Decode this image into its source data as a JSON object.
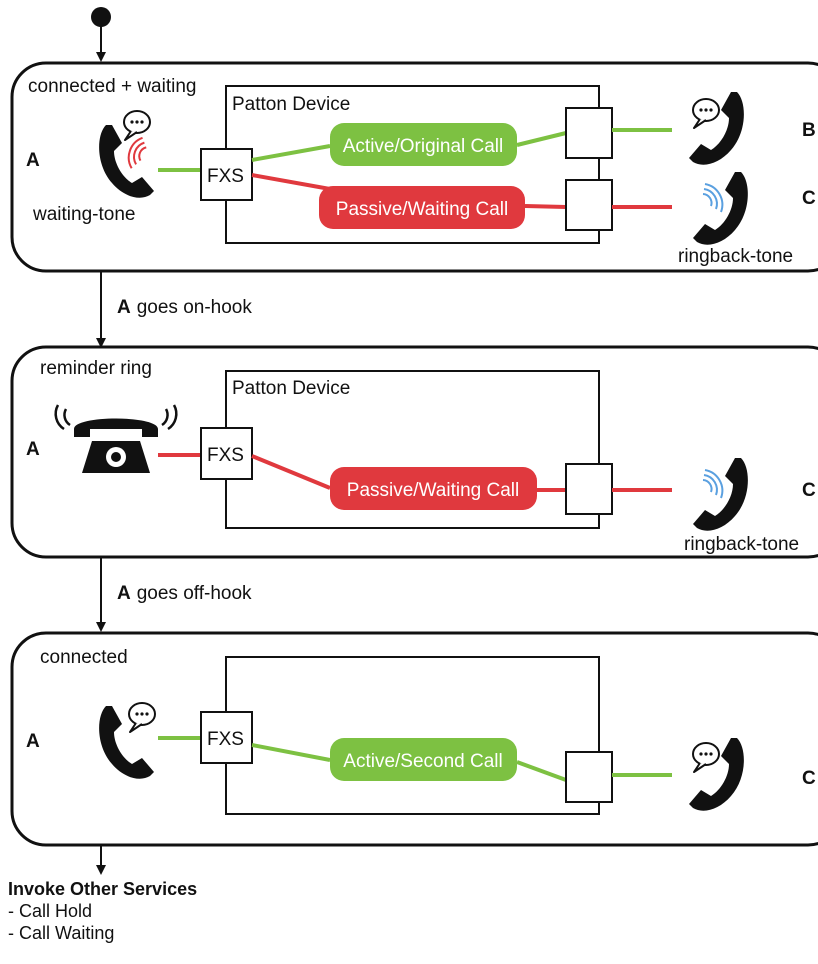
{
  "colors": {
    "green": "#7dc142",
    "red": "#e0393e",
    "blue": "#5aa0e0",
    "ink": "#111111"
  },
  "states": [
    {
      "state_label": "connected + waiting",
      "device_label": "Patton Device",
      "fxs_label": "FXS",
      "party_a": "A",
      "party_a_tone": "waiting-tone",
      "party_a_icon": "handset-with-speech-and-ring",
      "calls": [
        {
          "label": "Active/Original Call",
          "kind": "active"
        },
        {
          "label": "Passive/Waiting Call",
          "kind": "passive"
        }
      ],
      "remote_parties": [
        {
          "name": "B",
          "icon": "handset-with-speech",
          "tone": ""
        },
        {
          "name": "C",
          "icon": "handset-with-ringing",
          "tone": "ringback-tone"
        }
      ]
    },
    {
      "state_label": "reminder ring",
      "device_label": "Patton Device",
      "fxs_label": "FXS",
      "party_a": "A",
      "party_a_icon": "ringing-desk-phone",
      "calls": [
        {
          "label": "Passive/Waiting Call",
          "kind": "passive"
        }
      ],
      "remote_parties": [
        {
          "name": "C",
          "icon": "handset-with-ringing",
          "tone": "ringback-tone"
        }
      ]
    },
    {
      "state_label": "connected",
      "device_label": "",
      "fxs_label": "FXS",
      "party_a": "A",
      "party_a_icon": "handset-with-speech",
      "calls": [
        {
          "label": "Active/Second Call",
          "kind": "active"
        }
      ],
      "remote_parties": [
        {
          "name": "C",
          "icon": "handset-with-speech",
          "tone": ""
        }
      ]
    }
  ],
  "transitions": [
    {
      "actor": "A",
      "action": "goes on-hook"
    },
    {
      "actor": "A",
      "action": "goes off-hook"
    }
  ],
  "footer": {
    "title": "Invoke Other Services",
    "items": [
      "- Call Hold",
      "- Call Waiting"
    ]
  }
}
